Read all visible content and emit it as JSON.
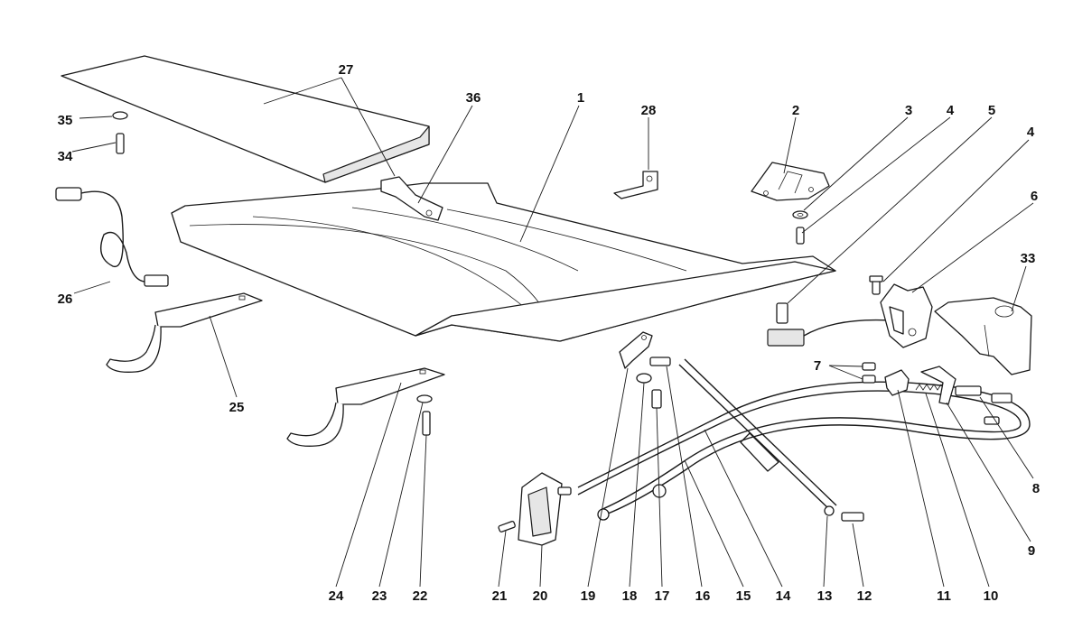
{
  "diagram": {
    "callouts": [
      "1",
      "2",
      "3",
      "4",
      "5",
      "4",
      "6",
      "7",
      "8",
      "9",
      "10",
      "11",
      "12",
      "13",
      "14",
      "15",
      "16",
      "17",
      "18",
      "19",
      "20",
      "21",
      "22",
      "23",
      "24",
      "25",
      "26",
      "27",
      "28",
      "33",
      "34",
      "35",
      "36"
    ]
  },
  "colors": {
    "line": "#1a1a1a",
    "background": "#ffffff",
    "shade": "#e6e6e6"
  }
}
